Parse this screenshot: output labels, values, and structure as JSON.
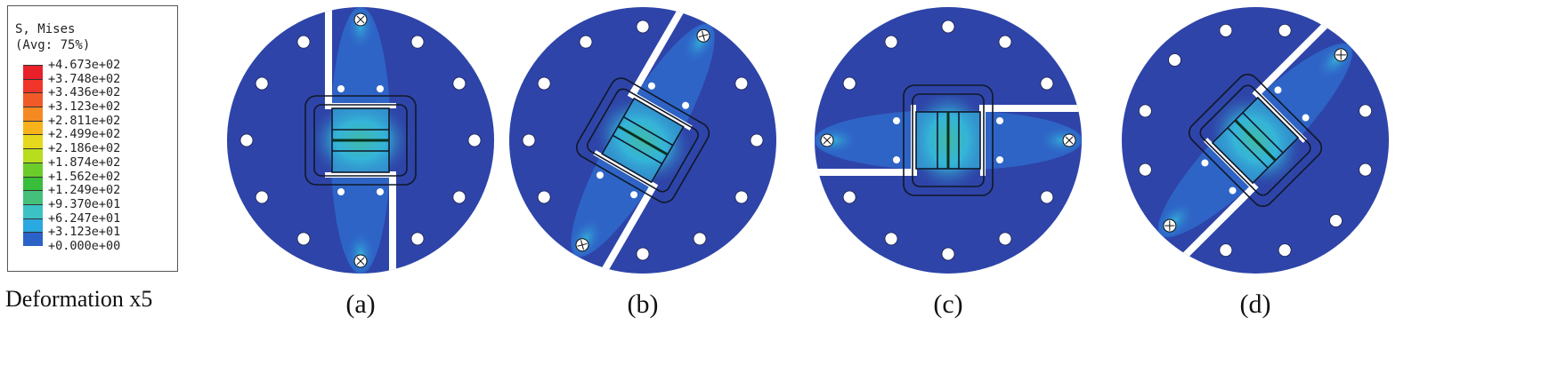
{
  "legend": {
    "title_line1": "S, Mises",
    "title_line2": "(Avg: 75%)",
    "levels": [
      {
        "label": "+4.673e+02",
        "color": "#e8202a"
      },
      {
        "label": "+3.748e+02",
        "color": "#f0352a"
      },
      {
        "label": "+3.436e+02",
        "color": "#f05a28"
      },
      {
        "label": "+3.123e+02",
        "color": "#f58a22"
      },
      {
        "label": "+2.811e+02",
        "color": "#f7b21c"
      },
      {
        "label": "+2.499e+02",
        "color": "#e6d81c"
      },
      {
        "label": "+2.186e+02",
        "color": "#b8dc1e"
      },
      {
        "label": "+1.874e+02",
        "color": "#6ccc2a"
      },
      {
        "label": "+1.562e+02",
        "color": "#38be3a"
      },
      {
        "label": "+1.249e+02",
        "color": "#44c07a"
      },
      {
        "label": "+9.370e+01",
        "color": "#3cc2c4"
      },
      {
        "label": "+6.247e+01",
        "color": "#2aa8e0"
      },
      {
        "label": "+3.123e+01",
        "color": "#2a62c8"
      },
      {
        "label": "+0.000e+00",
        "color": "#2e44a8"
      }
    ]
  },
  "deformation_note": "Deformation x5",
  "panels": [
    {
      "label": "(a)",
      "rotation": 0
    },
    {
      "label": "(b)",
      "rotation": 30
    },
    {
      "label": "(c)",
      "rotation": 90
    },
    {
      "label": "(d)",
      "rotation": 45
    }
  ],
  "colors": {
    "base": "#2e44a8",
    "mid": "#2f6fd0",
    "cyan": "#35b5d8",
    "green": "#4ec06e",
    "slot": "#ffffff",
    "line": "#101828"
  }
}
